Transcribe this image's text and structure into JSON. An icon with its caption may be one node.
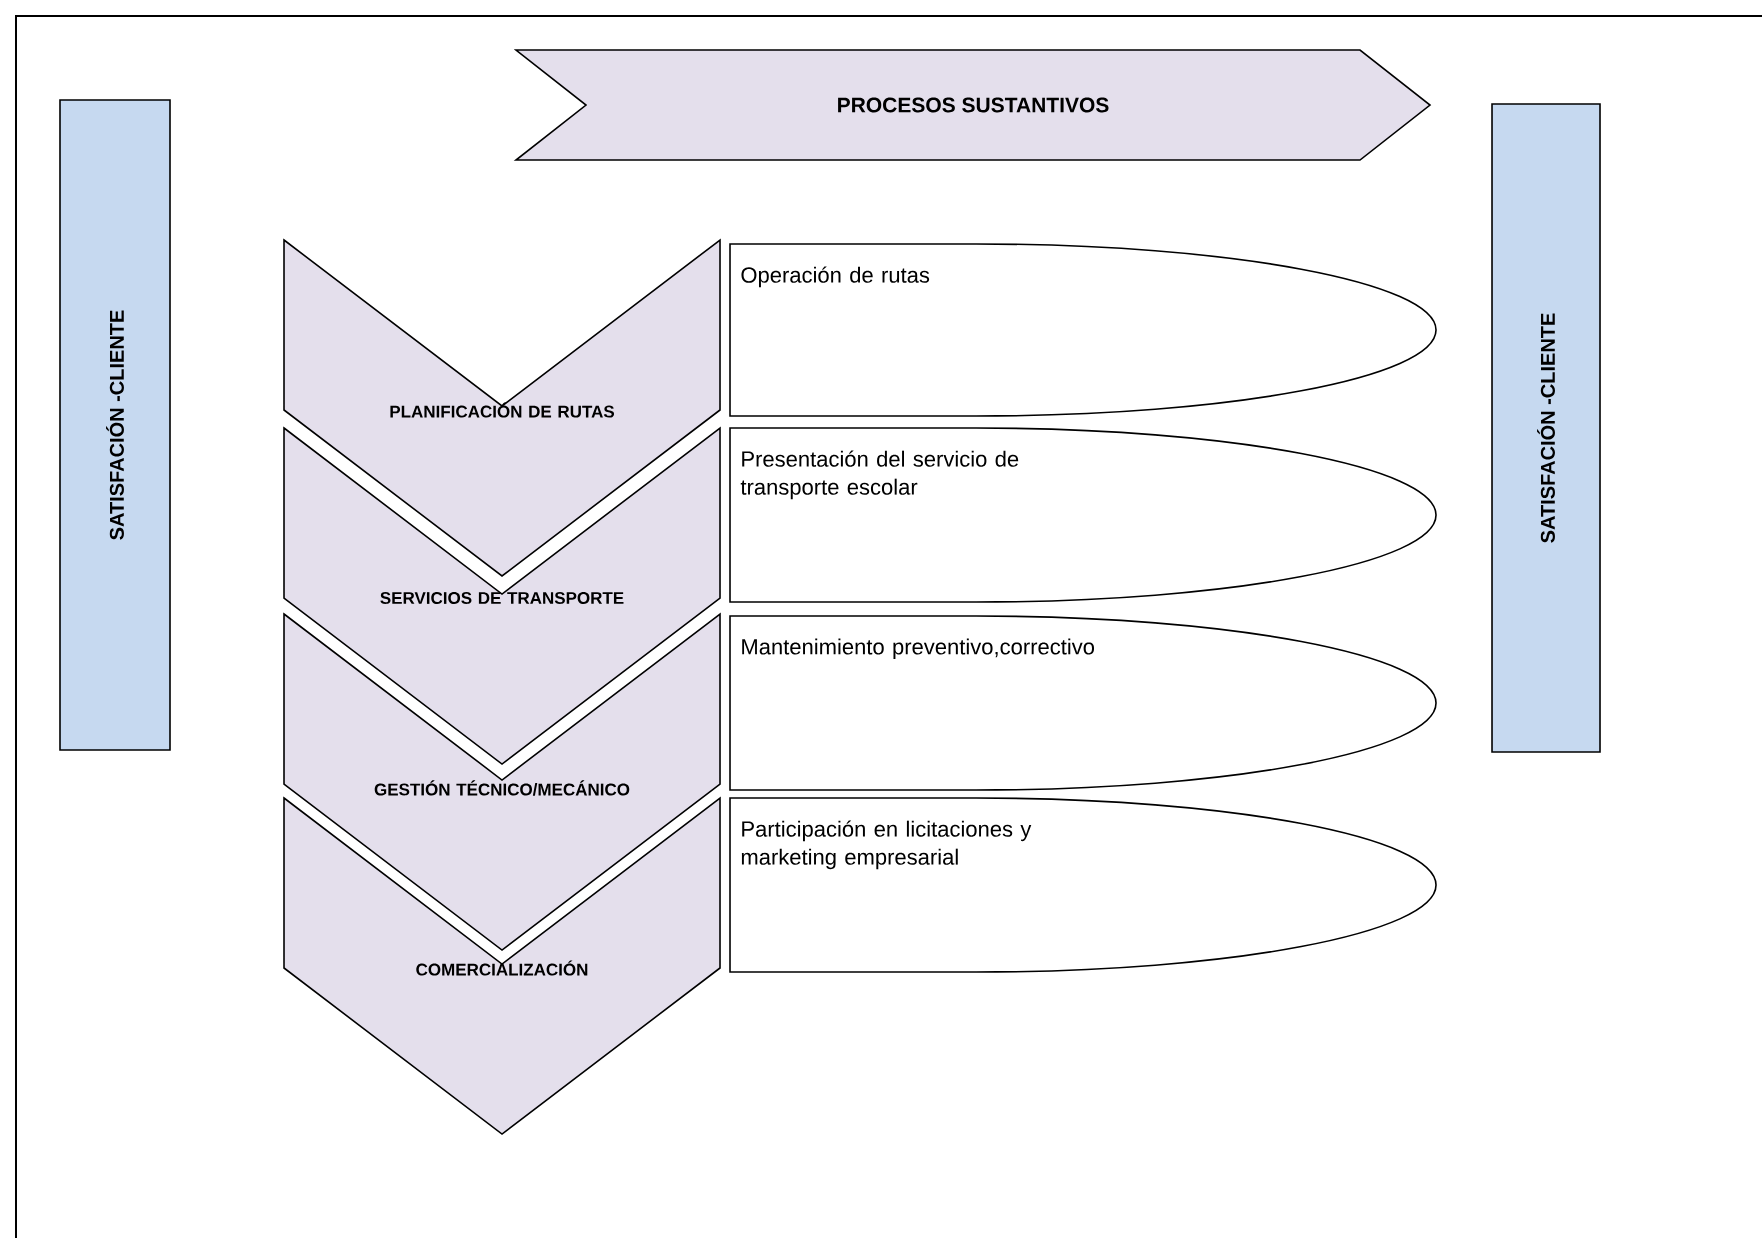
{
  "diagram": {
    "nodes": [
      {
        "text": [
          "SATISFACIÓN -CLIENTE"
        ]
      },
      {
        "text": [
          "PROCESOS SUSTANTIVOS"
        ]
      },
      {
        "text": [
          "SATISFACIÓN -CLIENTE"
        ]
      },
      {
        "text": [
          "PLANIFICACIÓN DE RUTAS"
        ]
      },
      {
        "text": [
          "Operación de rutas"
        ]
      },
      {
        "text": [
          "SERVICIOS DE TRANSPORTE"
        ]
      },
      {
        "text": [
          "Presentación del servicio de transporte escolar"
        ]
      },
      {
        "text": [
          "GESTIÓN TÉCNICO/MECÁNICO"
        ]
      },
      {
        "text": [
          "Mantenimiento preventivo,correctivo"
        ]
      },
      {
        "text": [
          "COMERCIALIZACIÓN"
        ]
      },
      {
        "text": [
          "Participación en licitaciones y marketing empresarial"
        ]
      }
    ]
  }
}
